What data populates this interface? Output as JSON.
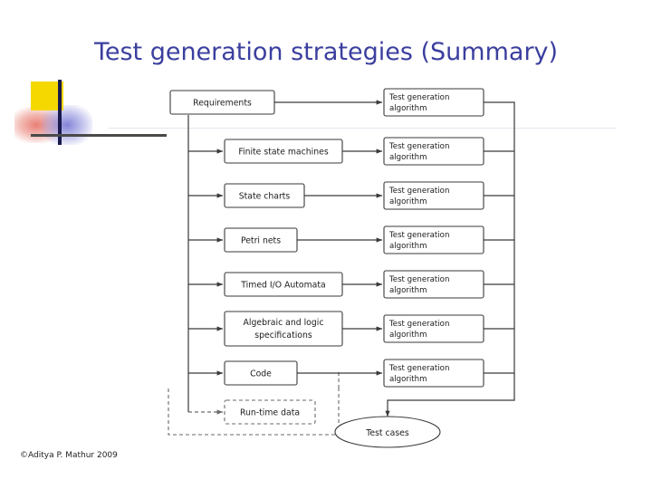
{
  "slide": {
    "title": "Test generation strategies (Summary)",
    "footer": "©Aditya P. Mathur 2009",
    "title_color": "#3b3f9e"
  },
  "diagram": {
    "type": "flow",
    "left_nodes": [
      {
        "id": "requirements",
        "label": "Requirements",
        "style": "solid"
      },
      {
        "id": "fsm",
        "label": "Finite state machines",
        "style": "solid"
      },
      {
        "id": "statecharts",
        "label": "State charts",
        "style": "solid"
      },
      {
        "id": "petrinets",
        "label": "Petri nets",
        "style": "solid"
      },
      {
        "id": "timed-io-automata",
        "label": "Timed I/O Automata",
        "style": "solid"
      },
      {
        "id": "algebraic-logic",
        "label": "Algebraic and logic specifications",
        "label_line1": "Algebraic and logic",
        "label_line2": "specifications",
        "style": "solid"
      },
      {
        "id": "code",
        "label": "Code",
        "style": "solid"
      },
      {
        "id": "runtime-data",
        "label": "Run-time data",
        "style": "dashed"
      }
    ],
    "right_nodes": [
      {
        "id": "tga-1",
        "label_line1": "Test generation",
        "label_line2": "algorithm"
      },
      {
        "id": "tga-2",
        "label_line1": "Test generation",
        "label_line2": "algorithm"
      },
      {
        "id": "tga-3",
        "label_line1": "Test generation",
        "label_line2": "algorithm"
      },
      {
        "id": "tga-4",
        "label_line1": "Test generation",
        "label_line2": "algorithm"
      },
      {
        "id": "tga-5",
        "label_line1": "Test generation",
        "label_line2": "algorithm"
      },
      {
        "id": "tga-6",
        "label_line1": "Test generation",
        "label_line2": "algorithm"
      },
      {
        "id": "tga-7",
        "label_line1": "Test generation",
        "label_line2": "algorithm"
      }
    ],
    "terminal": {
      "id": "test-cases",
      "label": "Test cases",
      "shape": "ellipse"
    },
    "colors": {
      "box_fill": "#ffffff",
      "box_stroke": "#3a3a3a",
      "connector": "#3a3a3a",
      "dashed_stroke": "#6a6a6a"
    }
  }
}
